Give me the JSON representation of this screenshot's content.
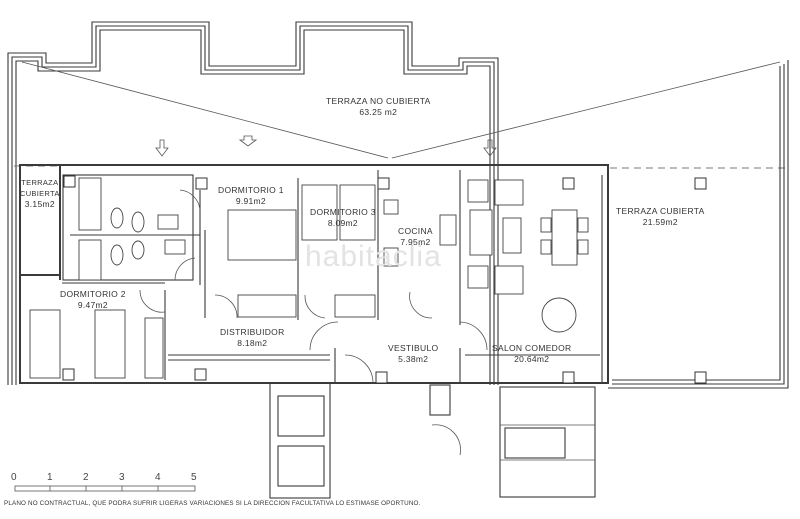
{
  "plan": {
    "watermark": "habitaclia",
    "rooms": [
      {
        "name": "TERRAZA NO CUBIERTA",
        "area": "63.25 m2"
      },
      {
        "name": "TERRAZA CUBIERTA",
        "area": "3.15m2"
      },
      {
        "name": "DORMITORIO 1",
        "area": "9.91m2"
      },
      {
        "name": "DORMITORIO 3",
        "area": "8.09m2"
      },
      {
        "name": "COCINA",
        "area": "7.95m2"
      },
      {
        "name": "TERRAZA CUBIERTA",
        "area": "21.59m2"
      },
      {
        "name": "DORMITORIO 2",
        "area": "9.47m2"
      },
      {
        "name": "DISTRIBUIDOR",
        "area": "8.18m2"
      },
      {
        "name": "VESTIBULO",
        "area": "5.38m2"
      },
      {
        "name": "SALON COMEDOR",
        "area": "20.64m2"
      }
    ],
    "scale": {
      "ticks": [
        "0",
        "1",
        "2",
        "3",
        "4",
        "5"
      ]
    },
    "disclaimer": "PLANO NO CONTRACTUAL, QUE PODRA SUFRIR LIGERAS VARIACIONES SI LA DIRECCION FACULTATIVA LO ESTIMASE OPORTUNO."
  }
}
